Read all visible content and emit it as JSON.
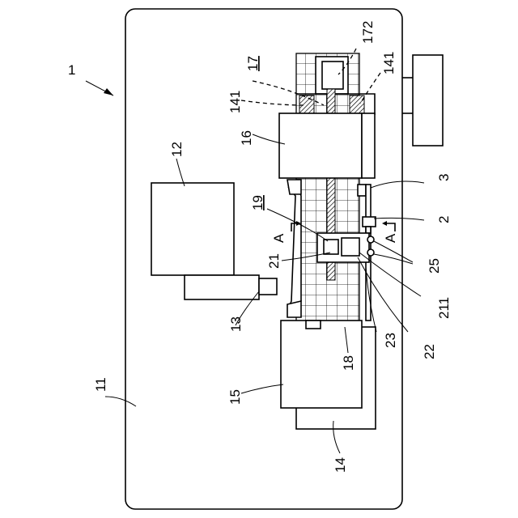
{
  "figure": {
    "labels": {
      "l1": "1",
      "l11": "11",
      "l12": "12",
      "l13": "13",
      "l14": "14",
      "l15": "15",
      "l16": "16",
      "l17": "17",
      "l172": "172",
      "l141a": "141",
      "l141b": "141",
      "l3": "3",
      "l2": "2",
      "l19": "19",
      "lA1": "A",
      "lA2": "A",
      "l21": "21",
      "l25": "25",
      "l211": "211",
      "l22": "22",
      "l23": "23",
      "l18": "18"
    }
  }
}
